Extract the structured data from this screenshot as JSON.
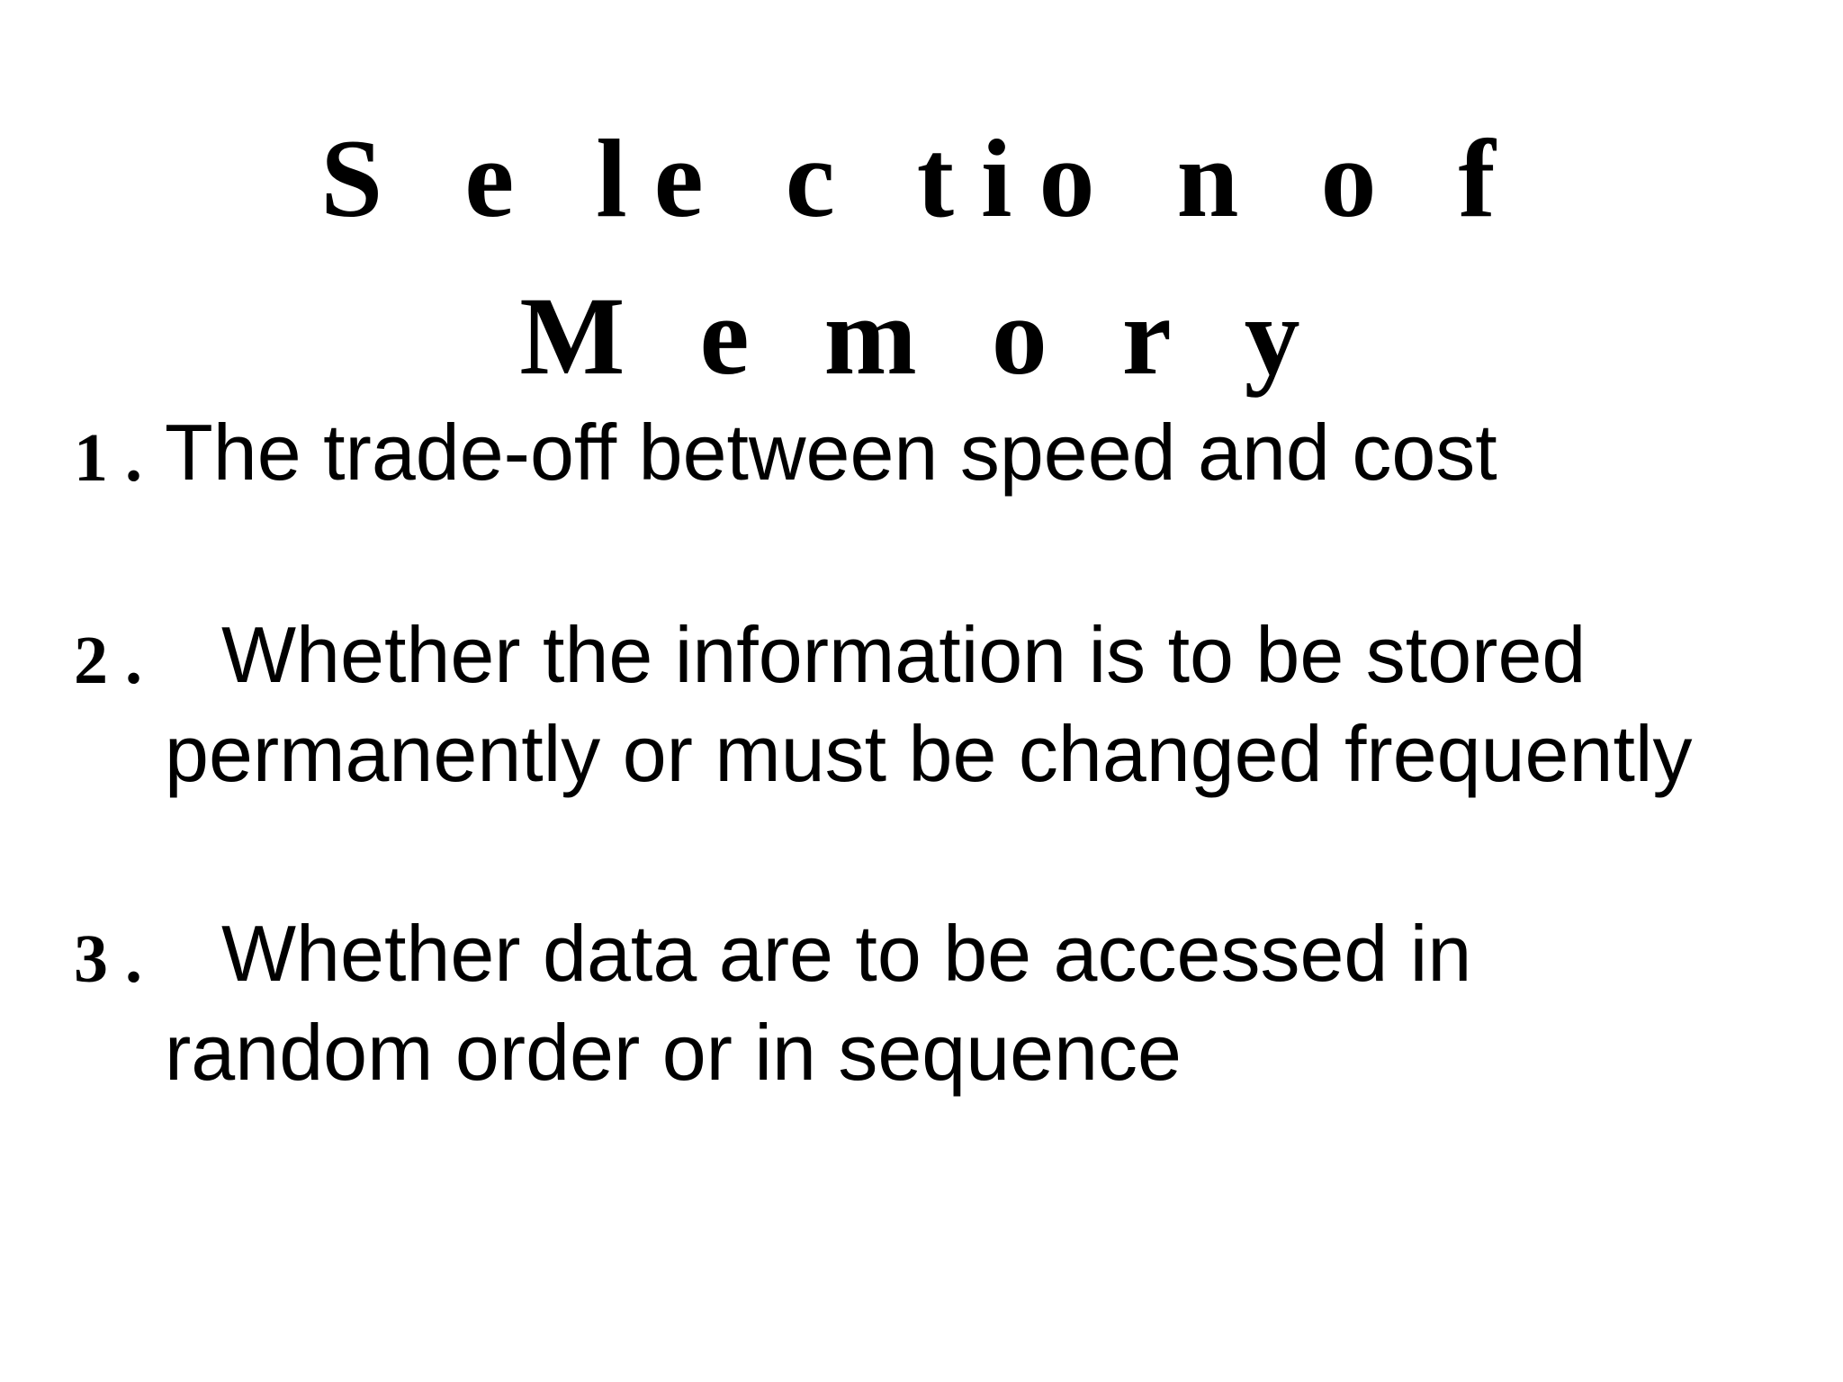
{
  "slide": {
    "title_line1": "S e le c tio n  o f",
    "title_line2": "M e m o r y",
    "items": [
      {
        "number": "1 .",
        "lines": [
          "The trade-off between speed and cost"
        ]
      },
      {
        "number": "2  .",
        "lines": [
          "Whether the information is to be stored",
          "permanently or must be changed frequently"
        ]
      },
      {
        "number": "3  .",
        "lines": [
          "Whether data are to be accessed in",
          "random order or in sequence"
        ]
      }
    ]
  }
}
